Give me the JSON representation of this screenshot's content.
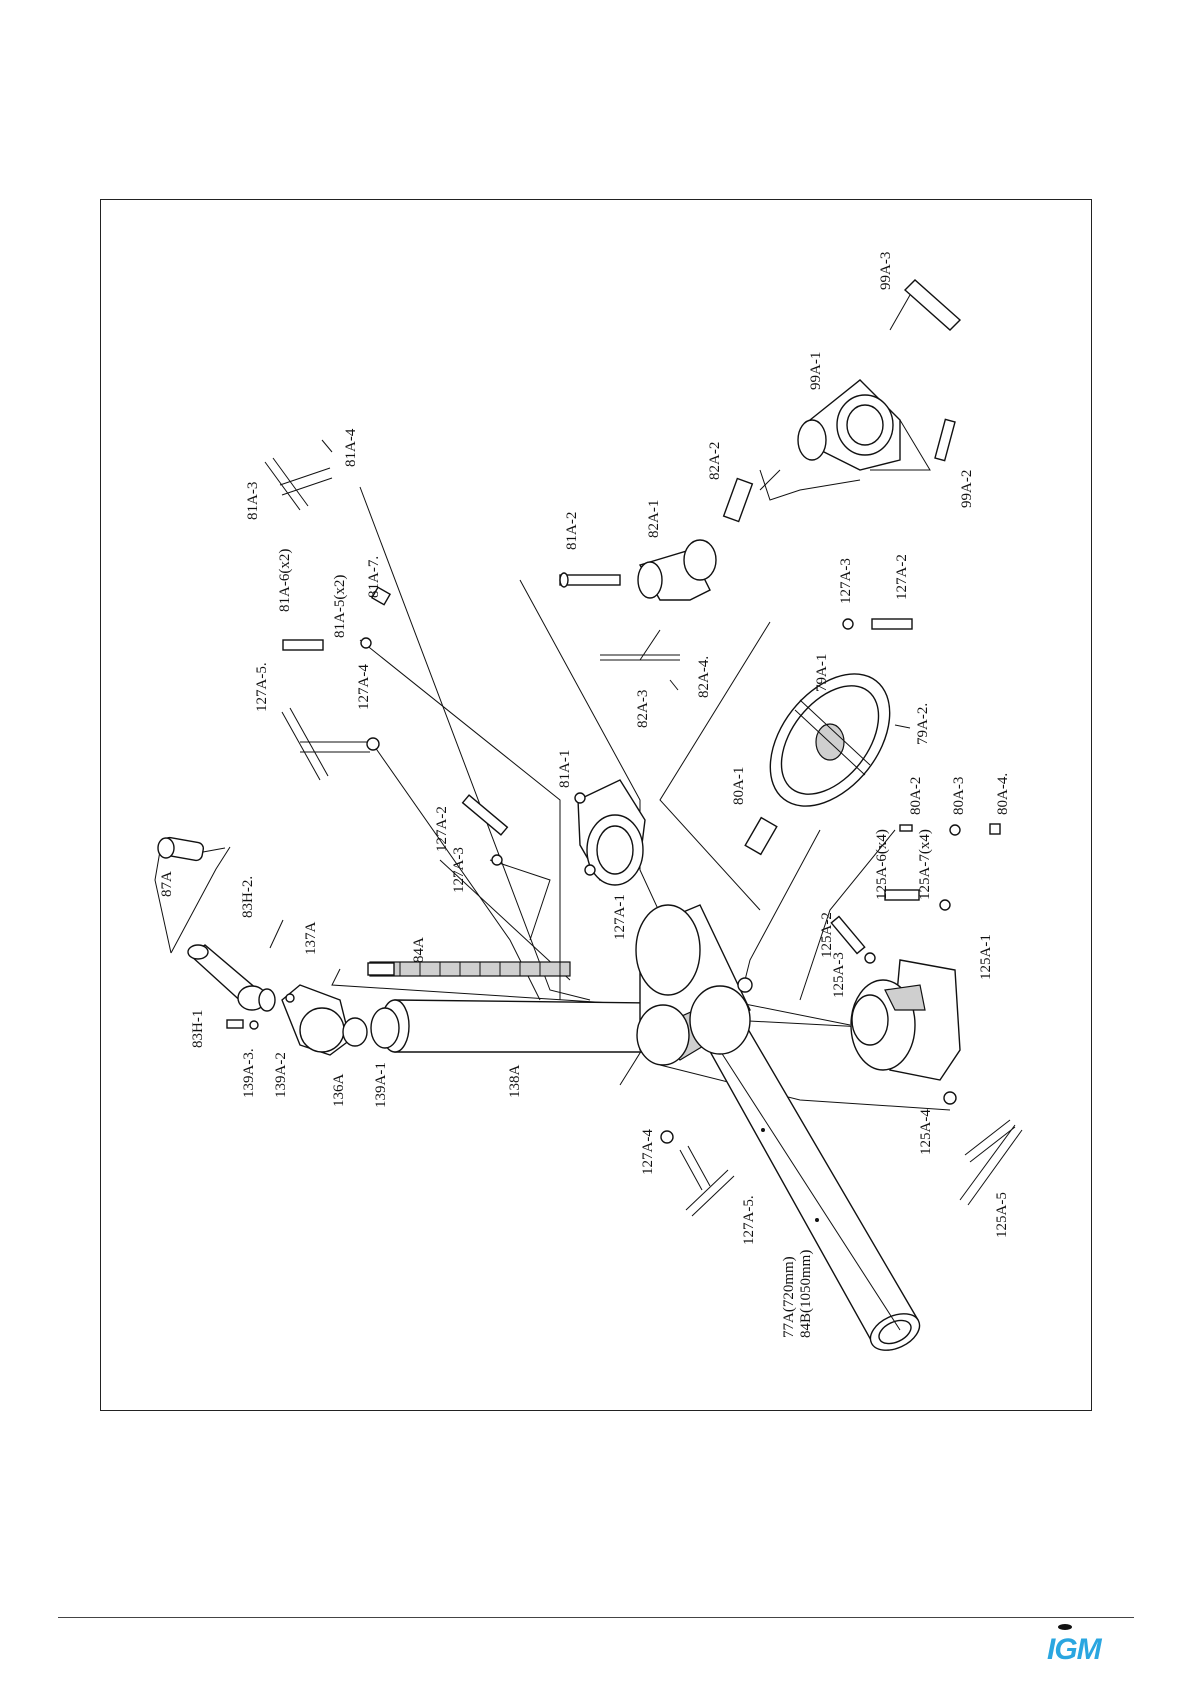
{
  "brand": {
    "logo_text": "IGM",
    "logo_color": "#2aa6e0"
  },
  "parts": {
    "p77A": "77A(720mm)",
    "p84B": "84B(1050mm)",
    "p84A": "84A",
    "p87A": "87A",
    "p83H_1": "83H-1",
    "p83H_2": "83H-2.",
    "p137A": "137A",
    "p136A": "136A",
    "p138A": "138A",
    "p139A_1": "139A-1",
    "p139A_2": "139A-2",
    "p139A_3": "139A-3.",
    "p127A_1": "127A-1",
    "p127A_2a": "127A-2",
    "p127A_3a": "127A-3",
    "p127A_2b": "127A-2",
    "p127A_3b": "127A-3",
    "p127A_4a": "127A-4",
    "p127A_5a": "127A-5.",
    "p127A_4b": "127A-4",
    "p127A_5b": "127A-5.",
    "p81A_1": "81A-1",
    "p81A_2": "81A-2",
    "p81A_3": "81A-3",
    "p81A_4": "81A-4",
    "p81A_5": "81A-5(x2)",
    "p81A_6": "81A-6(x2)",
    "p81A_7": "81A-7.",
    "p82A_1": "82A-1",
    "p82A_2": "82A-2",
    "p82A_3": "82A-3",
    "p82A_4": "82A-4.",
    "p99A_1": "99A-1",
    "p99A_2": "99A-2",
    "p99A_3": "99A-3",
    "p79A_1": "79A-1",
    "p79A_2": "79A-2.",
    "p80A_1": "80A-1",
    "p80A_2": "80A-2",
    "p80A_3": "80A-3",
    "p80A_4": "80A-4.",
    "p125A_1": "125A-1",
    "p125A_2": "125A-2",
    "p125A_3": "125A-3",
    "p125A_4": "125A-4",
    "p125A_5": "125A-5",
    "p125A_6": "125A-6(x4)",
    "p125A_7": "125A-7(x4)"
  }
}
